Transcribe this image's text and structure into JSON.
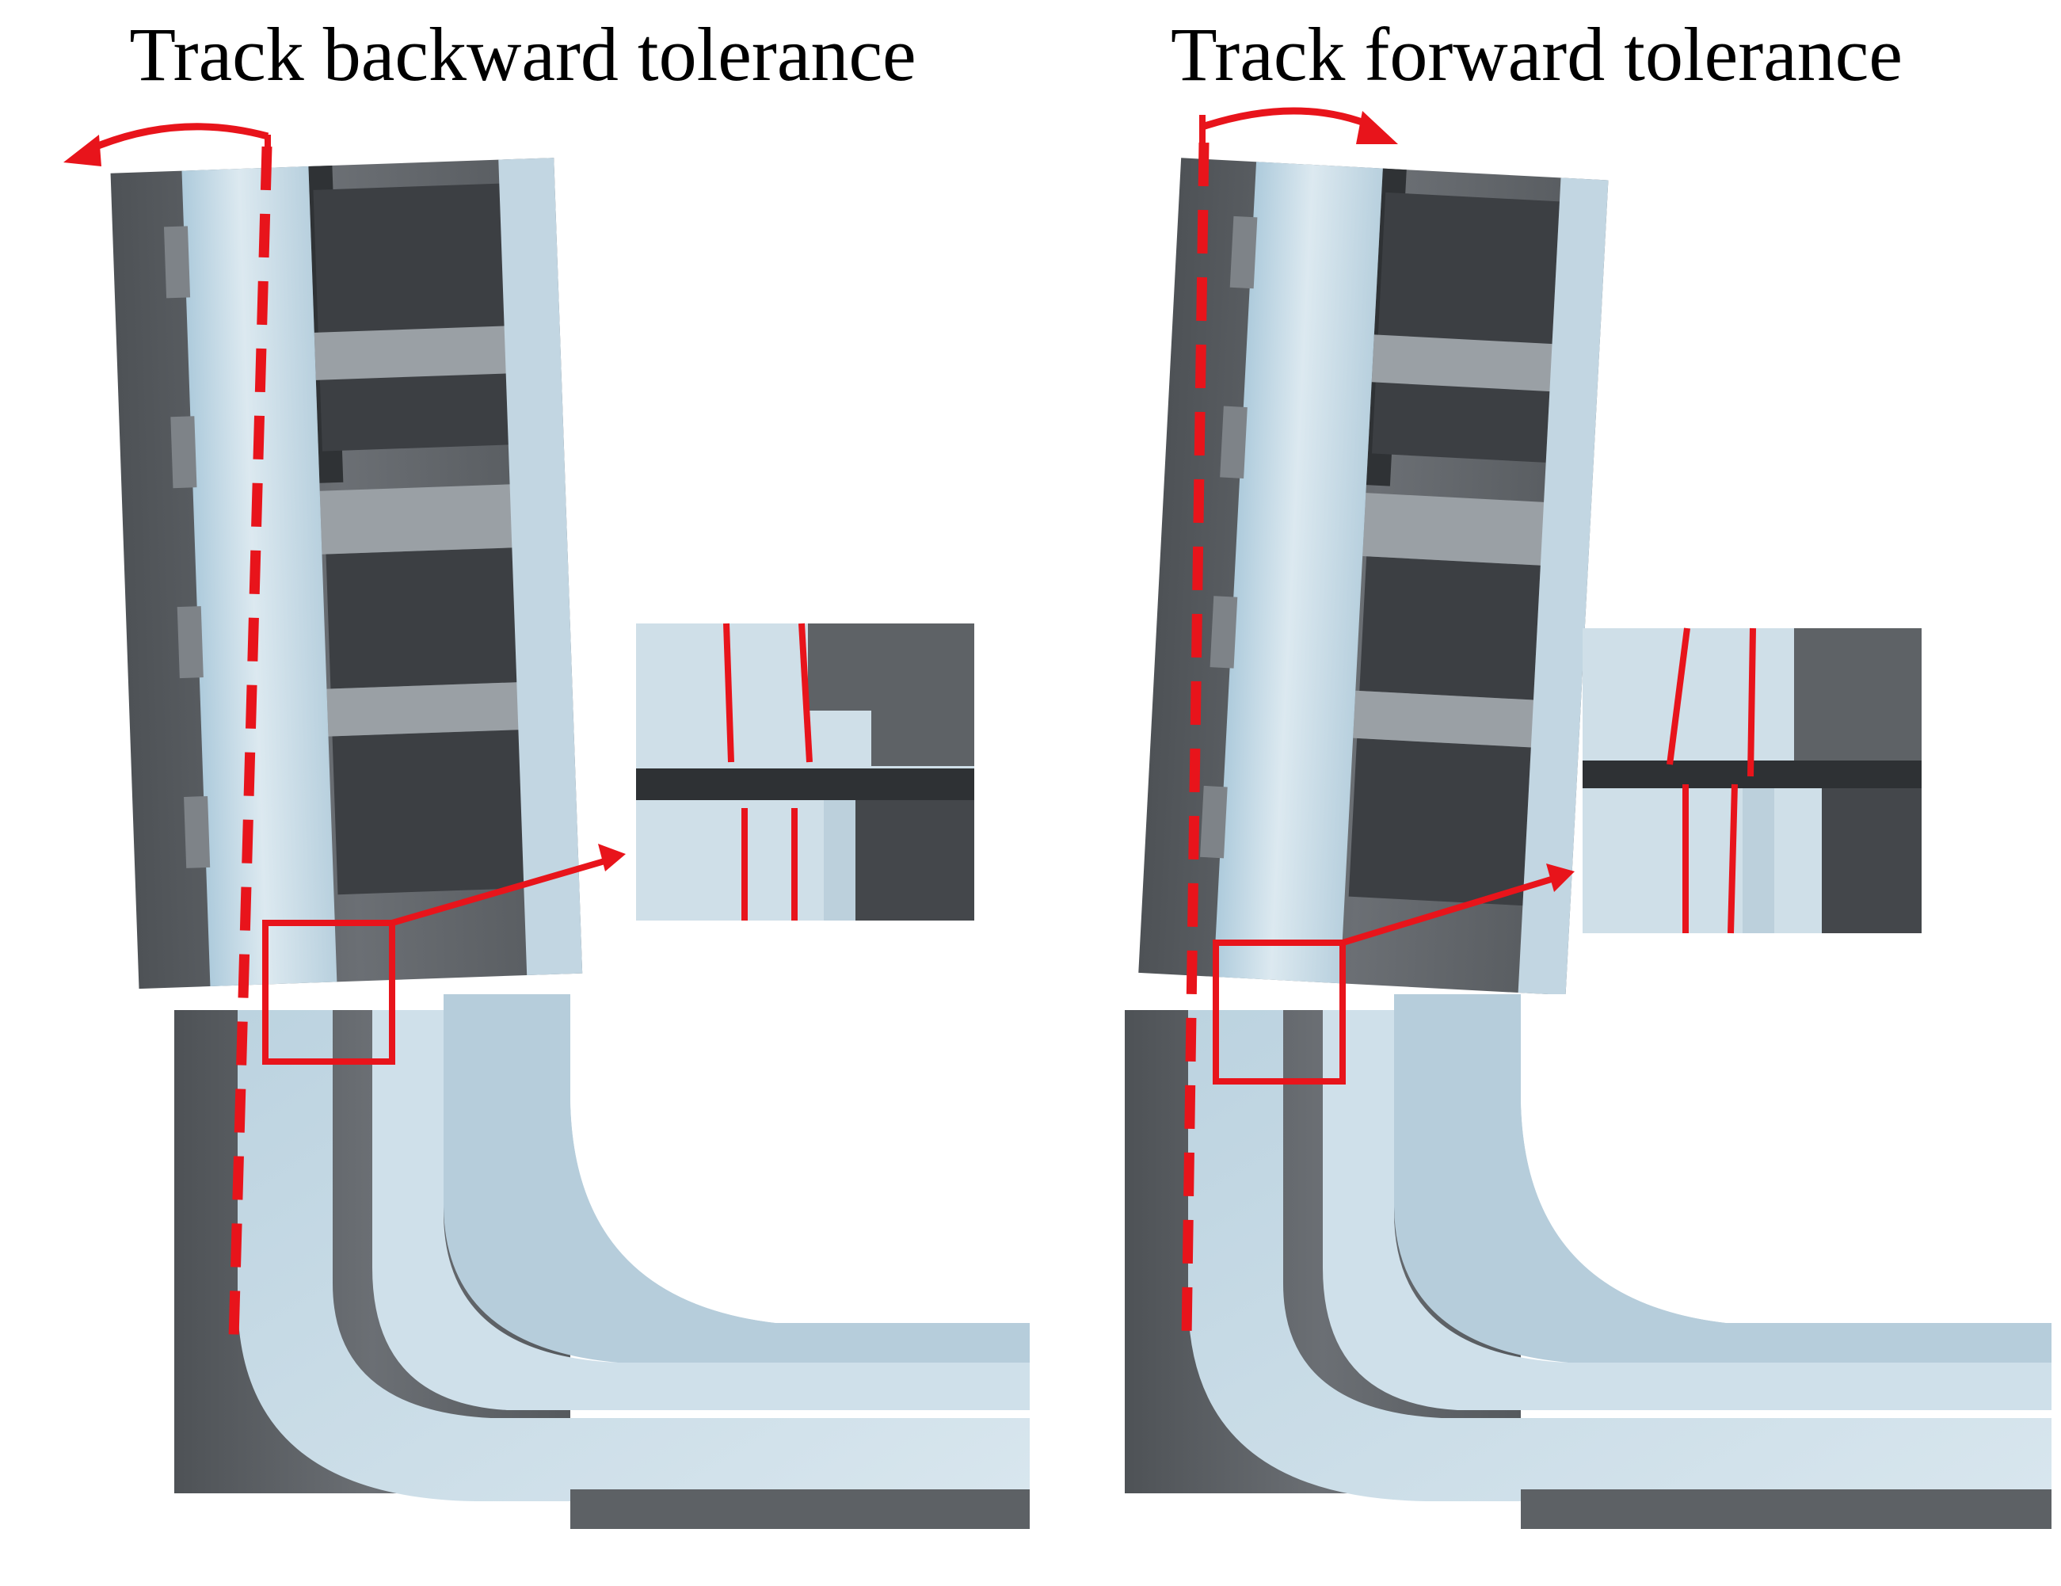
{
  "panels": [
    {
      "title": "Track backward tolerance"
    },
    {
      "title": "Track forward tolerance"
    }
  ],
  "colors": {
    "annotation": "#e8141b",
    "track_surface": "#c9dbe6",
    "frame_metal": "#5a5d61",
    "background": "#ffffff"
  },
  "icons": [
    "rotate-arrow-icon",
    "callout-arrow-icon",
    "reference-dashed-line"
  ]
}
